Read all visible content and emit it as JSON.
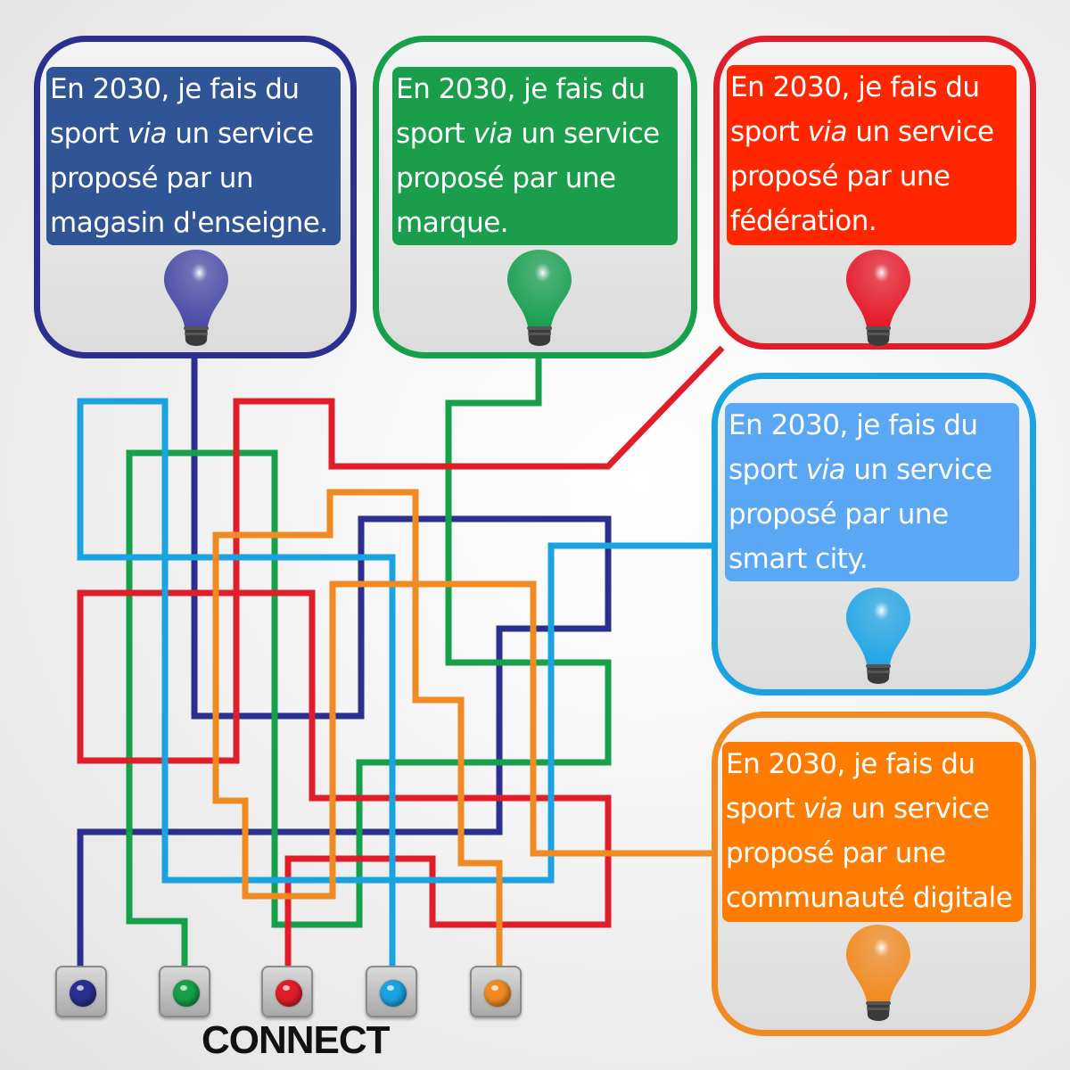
{
  "cards": [
    {
      "name": "card-magasin",
      "color": "#2b2f8f",
      "fill": "#2f5597",
      "lines": [
        "En 2030, je fais du",
        "sport ",
        "via",
        " un service",
        "proposé par un",
        "magasin d'enseigne."
      ],
      "bulb": "#4a4aa8"
    },
    {
      "name": "card-marque",
      "color": "#16a04a",
      "fill": "#1b9e4b",
      "lines": [
        "En 2030, je fais du",
        "sport ",
        "via",
        " un service",
        "proposé par une",
        "marque."
      ],
      "bulb": "#17a050"
    },
    {
      "name": "card-federation",
      "color": "#e01e2a",
      "fill": "#ff2600",
      "lines": [
        "En 2030, je fais du",
        "sport ",
        "via",
        " un service",
        "proposé par une",
        "fédération."
      ],
      "bulb": "#e81828"
    },
    {
      "name": "card-smart-city",
      "color": "#1aa3e0",
      "fill": "#5aa8f5",
      "lines": [
        "En 2030, je fais du",
        "sport ",
        "via",
        " un service",
        "proposé par une",
        "smart city."
      ],
      "bulb": "#22a6e6"
    },
    {
      "name": "card-communaute",
      "color": "#f08a22",
      "fill": "#ff7c00",
      "lines": [
        "En 2030, je fais du",
        "sport ",
        "via",
        " un service",
        "proposé par une",
        "communauté digitale"
      ],
      "bulb": "#f28a20"
    }
  ],
  "buttons": [
    {
      "name": "connect-button-blue",
      "color": "#2b2f8f"
    },
    {
      "name": "connect-button-green",
      "color": "#16a04a"
    },
    {
      "name": "connect-button-red",
      "color": "#e01e2a"
    },
    {
      "name": "connect-button-lightblue",
      "color": "#1aa3e0"
    },
    {
      "name": "connect-button-orange",
      "color": "#f08a22"
    }
  ],
  "connect_label": "CONNECT"
}
